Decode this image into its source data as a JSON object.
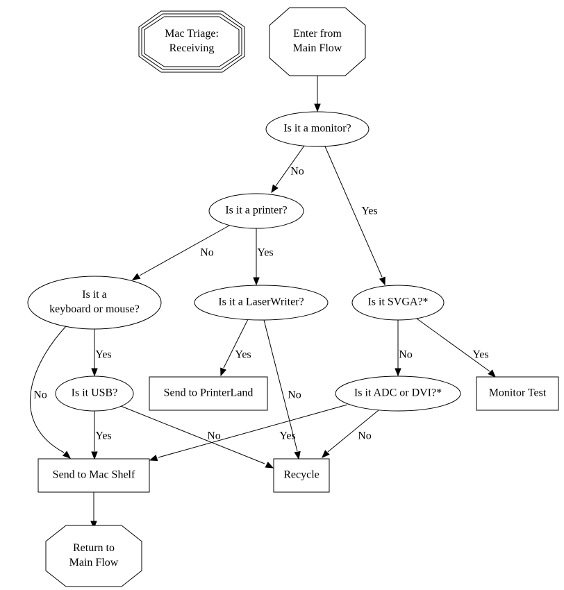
{
  "diagram": {
    "title": "Mac Triage: Receiving",
    "nodes": {
      "title": {
        "lines": [
          "Mac Triage:",
          "Receiving"
        ],
        "shape": "tripleoctagon"
      },
      "enter": {
        "lines": [
          "Enter from",
          "Main Flow"
        ],
        "shape": "octagon"
      },
      "monitor": {
        "lines": [
          "Is it a monitor?"
        ],
        "shape": "ellipse"
      },
      "printer": {
        "lines": [
          "Is it a printer?"
        ],
        "shape": "ellipse"
      },
      "keyboard": {
        "lines": [
          "Is it a",
          "keyboard or mouse?"
        ],
        "shape": "ellipse"
      },
      "laserwriter": {
        "lines": [
          "Is it a LaserWriter?"
        ],
        "shape": "ellipse"
      },
      "svga": {
        "lines": [
          "Is it SVGA?*"
        ],
        "shape": "ellipse"
      },
      "usb": {
        "lines": [
          "Is it USB?"
        ],
        "shape": "ellipse"
      },
      "printerland": {
        "lines": [
          "Send to PrinterLand"
        ],
        "shape": "box"
      },
      "adcdvi": {
        "lines": [
          "Is it ADC or DVI?*"
        ],
        "shape": "ellipse"
      },
      "monitortest": {
        "lines": [
          "Monitor Test"
        ],
        "shape": "box"
      },
      "macshelf": {
        "lines": [
          "Send to Mac Shelf"
        ],
        "shape": "box"
      },
      "recycle": {
        "lines": [
          "Recycle"
        ],
        "shape": "box"
      },
      "return": {
        "lines": [
          "Return to",
          "Main Flow"
        ],
        "shape": "octagon"
      }
    },
    "edges": [
      {
        "from": "enter",
        "to": "monitor",
        "label": ""
      },
      {
        "from": "monitor",
        "to": "printer",
        "label": "No"
      },
      {
        "from": "monitor",
        "to": "svga",
        "label": "Yes"
      },
      {
        "from": "printer",
        "to": "keyboard",
        "label": "No"
      },
      {
        "from": "printer",
        "to": "laserwriter",
        "label": "Yes"
      },
      {
        "from": "keyboard",
        "to": "usb",
        "label": "Yes"
      },
      {
        "from": "keyboard",
        "to": "macshelf",
        "label": "No"
      },
      {
        "from": "laserwriter",
        "to": "printerland",
        "label": "Yes"
      },
      {
        "from": "laserwriter",
        "to": "recycle",
        "label": "No"
      },
      {
        "from": "svga",
        "to": "adcdvi",
        "label": "No"
      },
      {
        "from": "svga",
        "to": "monitortest",
        "label": "Yes"
      },
      {
        "from": "usb",
        "to": "macshelf",
        "label": "Yes"
      },
      {
        "from": "usb",
        "to": "recycle",
        "label": "No"
      },
      {
        "from": "adcdvi",
        "to": "macshelf",
        "label": "Yes"
      },
      {
        "from": "adcdvi",
        "to": "recycle",
        "label": "No"
      },
      {
        "from": "macshelf",
        "to": "return",
        "label": ""
      }
    ]
  }
}
